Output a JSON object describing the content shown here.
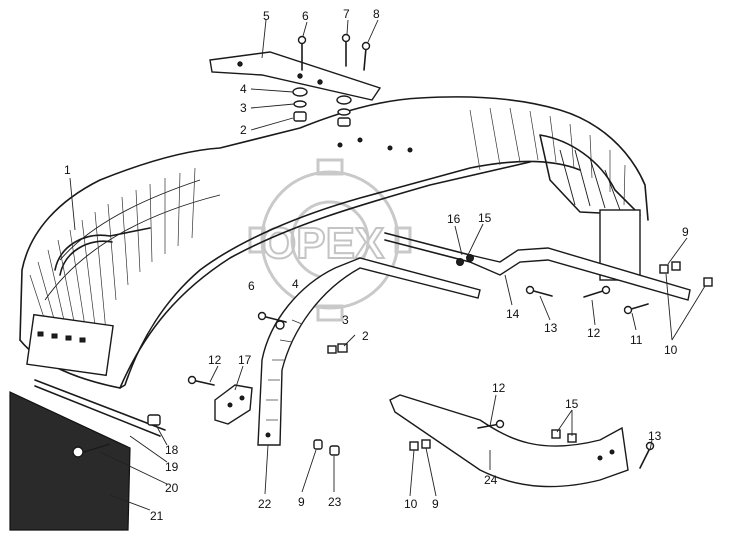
{
  "diagram": {
    "watermark_text": "OPEX",
    "callouts": [
      {
        "id": "c1",
        "label": "1"
      },
      {
        "id": "c2a",
        "label": "2"
      },
      {
        "id": "c3a",
        "label": "3"
      },
      {
        "id": "c4a",
        "label": "4"
      },
      {
        "id": "c5",
        "label": "5"
      },
      {
        "id": "c6a",
        "label": "6"
      },
      {
        "id": "c7",
        "label": "7"
      },
      {
        "id": "c8",
        "label": "8"
      },
      {
        "id": "c16",
        "label": "16"
      },
      {
        "id": "c15a",
        "label": "15"
      },
      {
        "id": "c9a",
        "label": "9"
      },
      {
        "id": "c10a",
        "label": "10"
      },
      {
        "id": "c11",
        "label": "11"
      },
      {
        "id": "c12a",
        "label": "12"
      },
      {
        "id": "c13a",
        "label": "13"
      },
      {
        "id": "c14",
        "label": "14"
      },
      {
        "id": "c6b",
        "label": "6"
      },
      {
        "id": "c4b",
        "label": "4"
      },
      {
        "id": "c3b",
        "label": "3"
      },
      {
        "id": "c2b",
        "label": "2"
      },
      {
        "id": "c12b",
        "label": "12"
      },
      {
        "id": "c17",
        "label": "17"
      },
      {
        "id": "c18",
        "label": "18"
      },
      {
        "id": "c19",
        "label": "19"
      },
      {
        "id": "c20",
        "label": "20"
      },
      {
        "id": "c21",
        "label": "21"
      },
      {
        "id": "c22",
        "label": "22"
      },
      {
        "id": "c9b",
        "label": "9"
      },
      {
        "id": "c23",
        "label": "23"
      },
      {
        "id": "c12c",
        "label": "12"
      },
      {
        "id": "c15b",
        "label": "15"
      },
      {
        "id": "c10b",
        "label": "10"
      },
      {
        "id": "c9c",
        "label": "9"
      },
      {
        "id": "c24",
        "label": "24"
      },
      {
        "id": "c13b",
        "label": "13"
      }
    ]
  }
}
